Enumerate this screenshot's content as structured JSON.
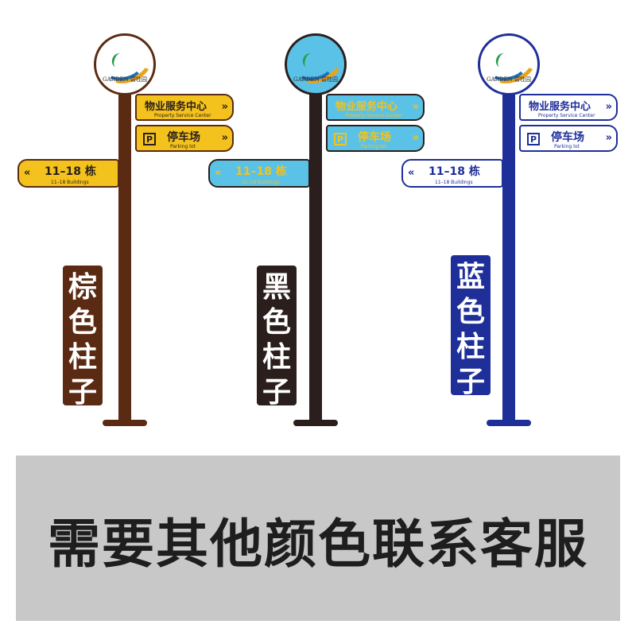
{
  "colors": {
    "brown": "#5b2a12",
    "black": "#2a1f1c",
    "blue": "#1e2f9a",
    "yellow": "#f3c21c",
    "cyan": "#5bc2e7",
    "white": "#ffffff"
  },
  "logo": {
    "text_en": "GARDEN",
    "text_cn": "碧桂园"
  },
  "signs": {
    "property": {
      "cn": "物业服务中心",
      "en": "Property Service Center"
    },
    "parking": {
      "cn": "停车场",
      "en": "Parking lot",
      "p": "P"
    },
    "buildings": {
      "cn": "11–18 栋",
      "en": "11–18 Buildings"
    },
    "chevron_right": "»",
    "chevron_left": "«"
  },
  "labels": {
    "brown": [
      "棕",
      "色",
      "柱",
      "子"
    ],
    "black": [
      "黑",
      "色",
      "柱",
      "子"
    ],
    "blue": [
      "蓝",
      "色",
      "柱",
      "子"
    ]
  },
  "banner": {
    "text": "需要其他颜色联系客服"
  }
}
